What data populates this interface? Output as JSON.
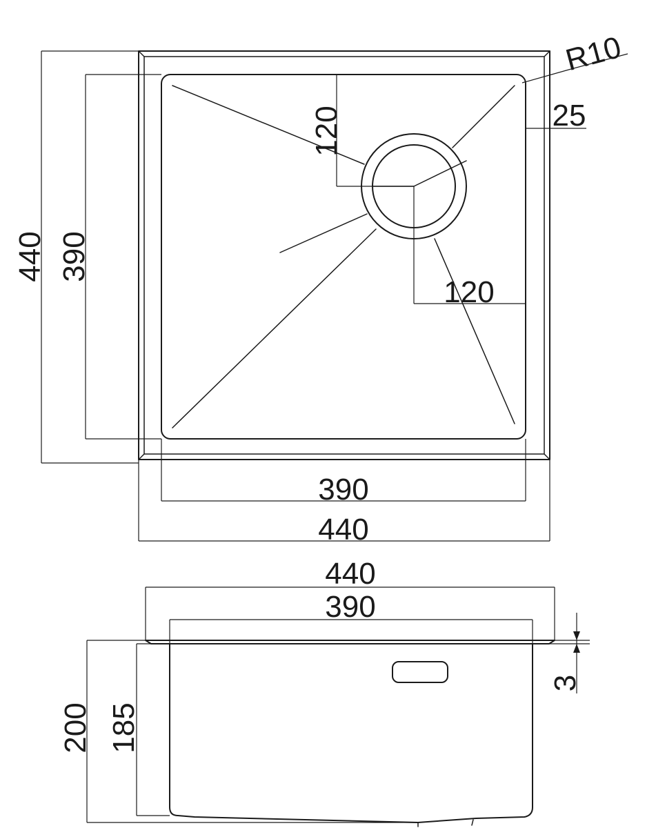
{
  "colors": {
    "line": "#1a1a1a",
    "background": "#ffffff"
  },
  "plan_view": {
    "labels": {
      "radius": "R10",
      "rim_width": "25",
      "drain_offset_top": "120",
      "drain_offset_right": "120",
      "overall_height": "440",
      "bowl_height": "390",
      "bowl_width": "390",
      "overall_width": "440"
    }
  },
  "elevation_view": {
    "labels": {
      "overall_width": "440",
      "bowl_width": "390",
      "flange_thickness": "3",
      "overall_depth": "200",
      "bowl_depth": "185"
    }
  }
}
